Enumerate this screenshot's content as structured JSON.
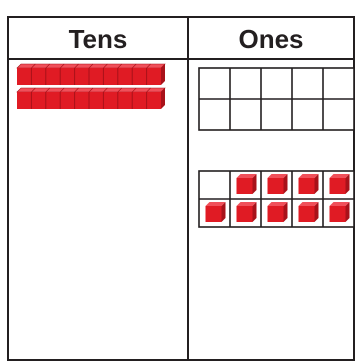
{
  "chart": {
    "headers": {
      "tens": "Tens",
      "ones": "Ones"
    },
    "tens_rods": 2,
    "ones_units": 9,
    "ten_frames": 2,
    "colors": {
      "block": "#e01b24",
      "block_top": "#f0505a",
      "block_side": "#a8121a",
      "line": "#231f20"
    }
  }
}
